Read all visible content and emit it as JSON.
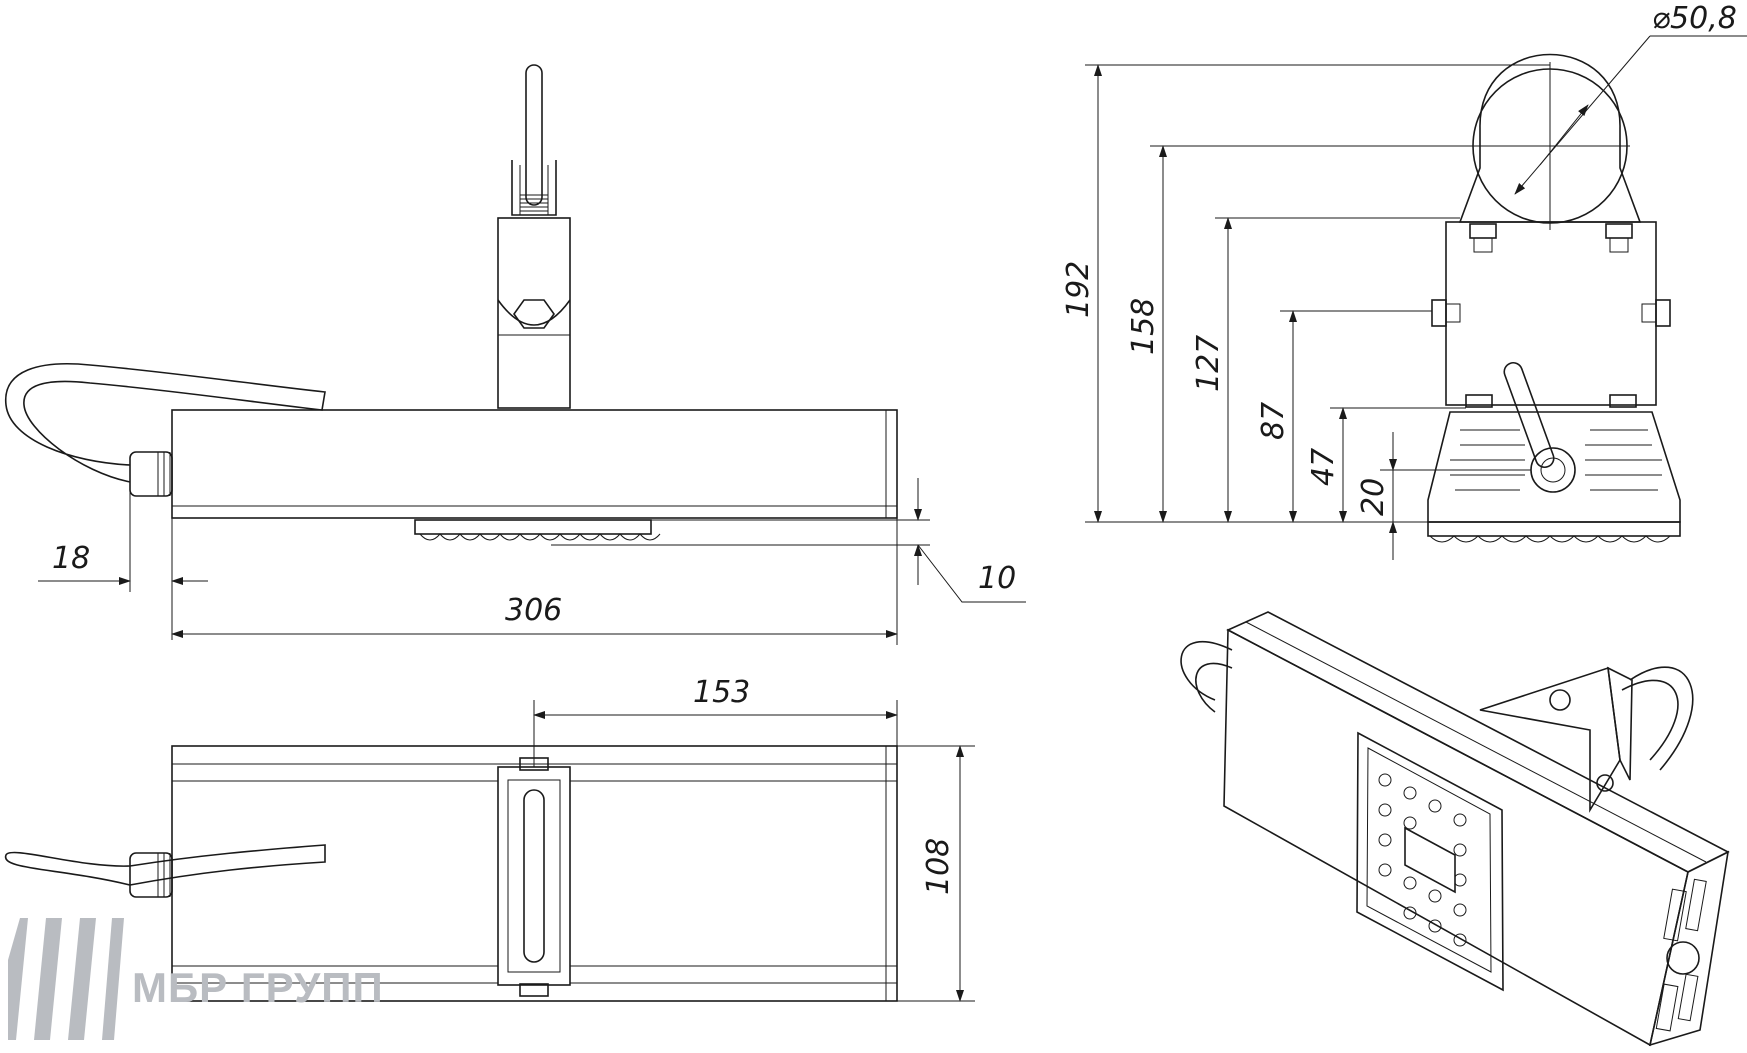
{
  "dimensions": {
    "length_306": "306",
    "half_153": "153",
    "width_108": "108",
    "cable_18": "18",
    "lens_10": "10",
    "h_192": "192",
    "h_158": "158",
    "h_127": "127",
    "h_87": "87",
    "h_47": "47",
    "h_20": "20",
    "diameter": "⌀50,8"
  },
  "logo": {
    "text": "МБР ГРУПП",
    "color": "#b9bcc1"
  }
}
